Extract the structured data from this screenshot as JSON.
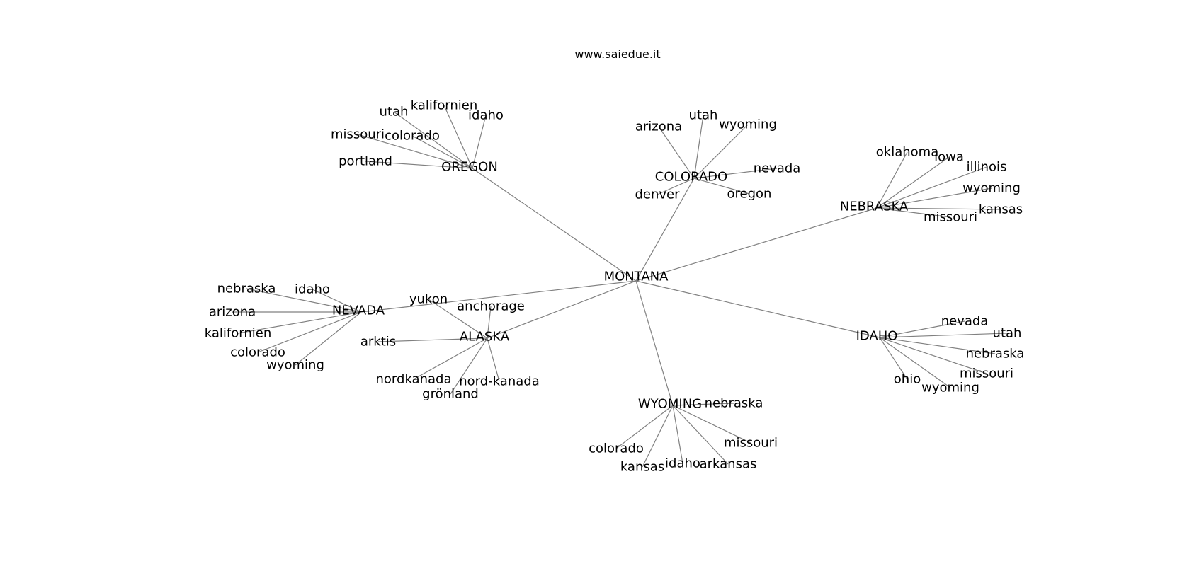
{
  "caption": "www.saiedue.it",
  "edge_color": "#808080",
  "text_color": "#000000",
  "center": "MONTANA",
  "hubs": [
    {
      "id": "oregon",
      "label": "OREGON",
      "leaves": [
        "utah",
        "kalifornien",
        "idaho",
        "missouri",
        "colorado",
        "portland"
      ]
    },
    {
      "id": "colorado",
      "label": "COLORADO",
      "leaves": [
        "arizona",
        "utah",
        "wyoming",
        "nevada",
        "denver",
        "oregon"
      ]
    },
    {
      "id": "nebraska",
      "label": "NEBRASKA",
      "leaves": [
        "oklahoma",
        "iowa",
        "illinois",
        "wyoming",
        "kansas",
        "missouri"
      ]
    },
    {
      "id": "nevada",
      "label": "NEVADA",
      "leaves": [
        "nebraska",
        "idaho",
        "arizona",
        "kalifornien",
        "colorado",
        "wyoming"
      ]
    },
    {
      "id": "alaska",
      "label": "ALASKA",
      "leaves": [
        "yukon",
        "anchorage",
        "arktis",
        "nordkanada",
        "nord-kanada",
        "grönland"
      ]
    },
    {
      "id": "idaho",
      "label": "IDAHO",
      "leaves": [
        "nevada",
        "utah",
        "nebraska",
        "missouri",
        "ohio",
        "wyoming"
      ]
    },
    {
      "id": "wyoming",
      "label": "WYOMING",
      "leaves": [
        "nebraska",
        "colorado",
        "kansas",
        "idaho",
        "missouri",
        "arkansas"
      ]
    }
  ]
}
